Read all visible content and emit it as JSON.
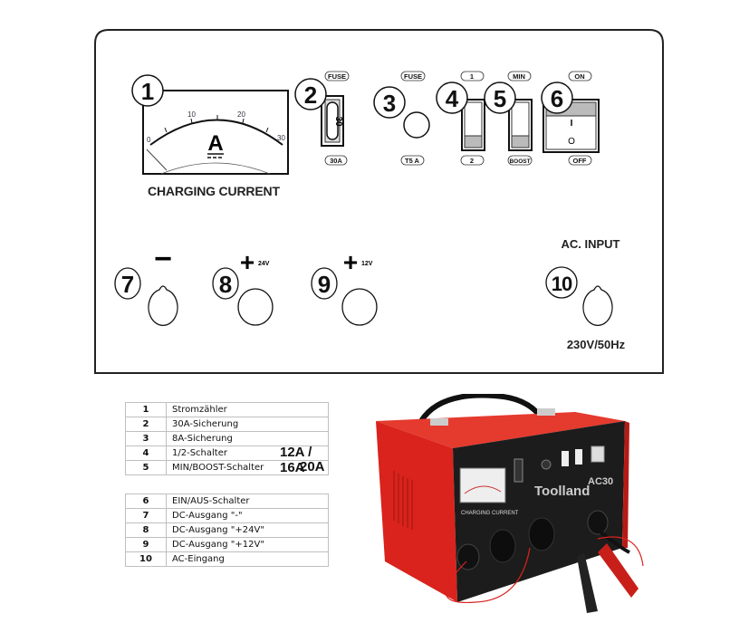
{
  "panel": {
    "callouts": [
      "1",
      "2",
      "3",
      "4",
      "5",
      "6",
      "7",
      "8",
      "9",
      "10"
    ],
    "meter": {
      "ticks": [
        "0",
        "10",
        "20",
        "30"
      ],
      "unit": "A",
      "caption": "CHARGING CURRENT"
    },
    "fuse_main": {
      "top_label": "FUSE",
      "bottom_label": "30A",
      "value": "30"
    },
    "fuse_small": {
      "top_label": "FUSE",
      "bottom_label": "T5 A"
    },
    "switch_12": {
      "top_label": "1",
      "bottom_label": "2"
    },
    "switch_boost": {
      "top_label": "MIN",
      "bottom_label": "BOOST"
    },
    "power_switch": {
      "top_label": "ON",
      "bottom_label": "OFF",
      "on_mark": "I",
      "off_mark": "O"
    },
    "terminals": {
      "minus": "−",
      "plus24": "+",
      "plus24_label": "24V",
      "plus12": "+",
      "plus12_label": "12V"
    },
    "ac_input": {
      "title": "AC. INPUT",
      "rating": "230V/50Hz"
    }
  },
  "legend_table_1": [
    {
      "num": "1",
      "desc": "Stromzähler"
    },
    {
      "num": "2",
      "desc": "30A-Sicherung"
    },
    {
      "num": "3",
      "desc": "8A-Sicherung"
    },
    {
      "num": "4",
      "desc": "1/2-Schalter",
      "amps": "12A / 16A"
    },
    {
      "num": "5",
      "desc": "MIN/BOOST-Schalter",
      "amps": "20A"
    }
  ],
  "legend_table_2": [
    {
      "num": "6",
      "desc": "EIN/AUS-Schalter"
    },
    {
      "num": "7",
      "desc": "DC-Ausgang \"-\""
    },
    {
      "num": "8",
      "desc": "DC-Ausgang \"+24V\""
    },
    {
      "num": "9",
      "desc": "DC-Ausgang \"+12V\""
    },
    {
      "num": "10",
      "desc": "AC-Eingang"
    }
  ],
  "photo": {
    "brand": "Toolland",
    "model": "AC30",
    "caption": "CHARGING CURRENT",
    "colors": {
      "body": "#d9231c",
      "front": "#1c1c1c"
    }
  }
}
